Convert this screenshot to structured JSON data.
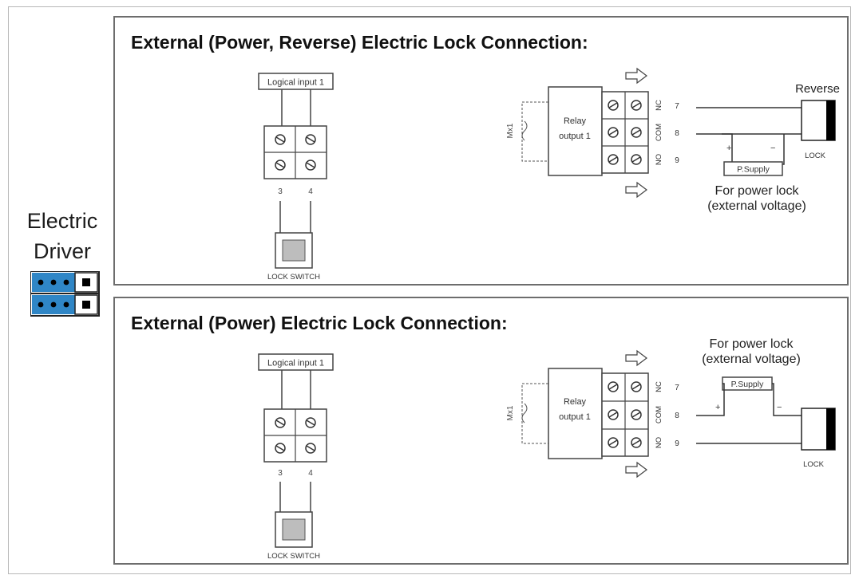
{
  "side": {
    "title_line1": "Electric",
    "title_line2": "Driver"
  },
  "top_panel": {
    "title": "External (Power, Reverse) Electric Lock Connection:",
    "input_label": "Logical input 1",
    "terminal_left": "3",
    "terminal_right": "4",
    "switch_label": "LOCK SWITCH",
    "relay_line1": "Relay",
    "relay_line2": "output 1",
    "coil_label": "Mx1",
    "pin_nc": "NC",
    "pin_com": "COM",
    "pin_no": "NO",
    "num_7": "7",
    "num_8": "8",
    "num_9": "9",
    "supply_label": "P.Supply",
    "plus": "+",
    "minus": "−",
    "power_note_line1": "For power lock",
    "power_note_line2": "(external voltage)",
    "reverse_label": "Reverse",
    "lock_label": "LOCK"
  },
  "bottom_panel": {
    "title": "External (Power) Electric Lock Connection:",
    "input_label": "Logical input 1",
    "terminal_left": "3",
    "terminal_right": "4",
    "switch_label": "LOCK SWITCH",
    "relay_line1": "Relay",
    "relay_line2": "output 1",
    "coil_label": "Mx1",
    "pin_nc": "NC",
    "pin_com": "COM",
    "pin_no": "NO",
    "num_7": "7",
    "num_8": "8",
    "num_9": "9",
    "supply_label": "P.Supply",
    "plus": "+",
    "minus": "−",
    "power_note_line1": "For power lock",
    "power_note_line2": "(external voltage)",
    "lock_label": "LOCK"
  },
  "colors": {
    "jumper_blue": "#2f86c6",
    "panel_border": "#6d6d6d",
    "line": "#333333",
    "switch_fill": "#bdbdbd"
  }
}
